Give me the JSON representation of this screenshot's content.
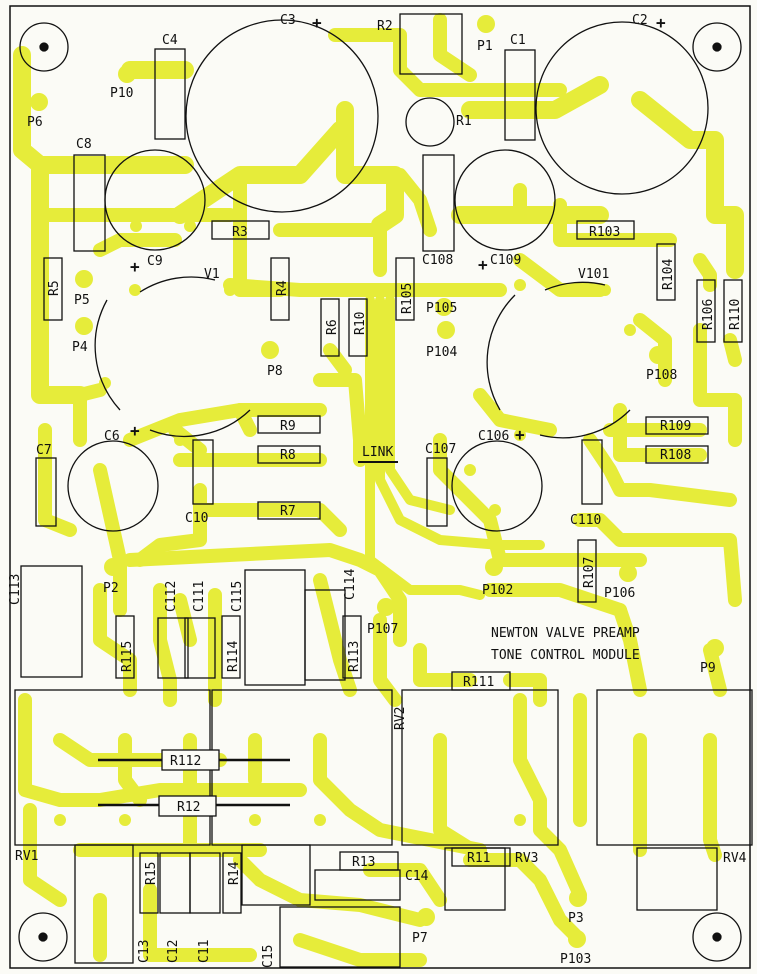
{
  "colors": {
    "track": "#e6ec3a",
    "board": "#fbfbf6",
    "outline": "#111111"
  },
  "module_title": {
    "line1": "NEWTON VALVE PREAMP",
    "line2": "TONE CONTROL MODULE"
  },
  "link_label": "LINK",
  "labels": {
    "C3": "C3",
    "C2": "C2",
    "C4": "C4",
    "C1": "C1",
    "R2": "R2",
    "P1": "P1",
    "P10": "P10",
    "P6": "P6",
    "R1": "R1",
    "C8": "C8",
    "C9": "C9",
    "R3": "R3",
    "C108": "C108",
    "C109": "C109",
    "R103": "R103",
    "R5": "R5",
    "P5": "P5",
    "P4": "P4",
    "V1": "V1",
    "R4": "R4",
    "R6": "R6",
    "R10": "R10",
    "R105": "R105",
    "P105": "P105",
    "P104": "P104",
    "V101": "V101",
    "R104": "R104",
    "R106": "R106",
    "R110": "R110",
    "P8": "P8",
    "P108": "P108",
    "C7": "C7",
    "C6": "C6",
    "R9": "R9",
    "R8": "R8",
    "C107": "C107",
    "C106": "C106",
    "R109": "R109",
    "R108": "R108",
    "C10": "C10",
    "R7": "R7",
    "C110": "C110",
    "C113": "C113",
    "P2": "P2",
    "C112": "C112",
    "C111": "C111",
    "C115": "C115",
    "C114": "C114",
    "P107": "P107",
    "R107": "R107",
    "P102": "P102",
    "P106": "P106",
    "R115": "R115",
    "R114": "R114",
    "R113": "R113",
    "P9": "P9",
    "R111": "R111",
    "RV2": "RV2",
    "R112": "R112",
    "R12": "R12",
    "RV1": "RV1",
    "R13": "R13",
    "C14": "C14",
    "R11": "R11",
    "RV3": "RV3",
    "RV4": "RV4",
    "R15": "R15",
    "R14": "R14",
    "P3": "P3",
    "P7": "P7",
    "P103": "P103",
    "C13": "C13",
    "C12": "C12",
    "C11": "C11",
    "C15": "C15"
  }
}
